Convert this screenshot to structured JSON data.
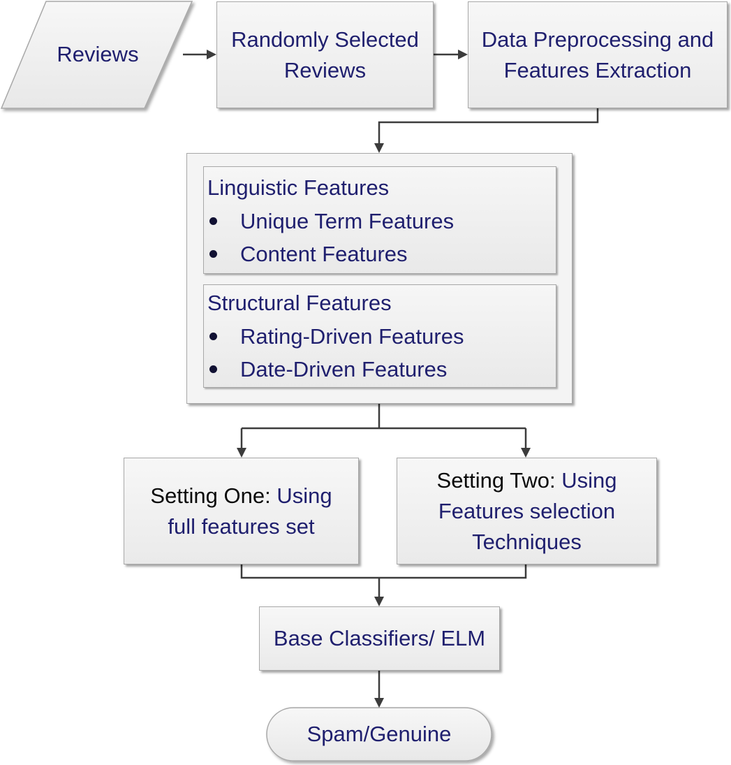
{
  "nodes": {
    "reviews": "Reviews",
    "random_line1": "Randomly Selected",
    "random_line2": "Reviews",
    "preprocess_line1": "Data Preprocessing and",
    "preprocess_line2": "Features Extraction",
    "base": "Base Classifiers/ ELM",
    "output": "Spam/Genuine"
  },
  "features": {
    "linguistic": {
      "title": "Linguistic Features",
      "items": [
        "Unique Term Features",
        "Content Features"
      ]
    },
    "structural": {
      "title": "Structural Features",
      "items": [
        "Rating-Driven Features",
        "Date-Driven Features"
      ]
    }
  },
  "settings": {
    "one": {
      "prefix": "Setting One:",
      "line1_rest": " Using",
      "line2": "full features set"
    },
    "two": {
      "prefix": "Setting Two:",
      "line1_rest": " Using",
      "line2": "Features selection",
      "line3": "Techniques"
    }
  },
  "colors": {
    "text": "#1f1f6e",
    "text_black": "#0a0a0a",
    "line": "#3c3c3c",
    "border": "#a8a8a8"
  }
}
